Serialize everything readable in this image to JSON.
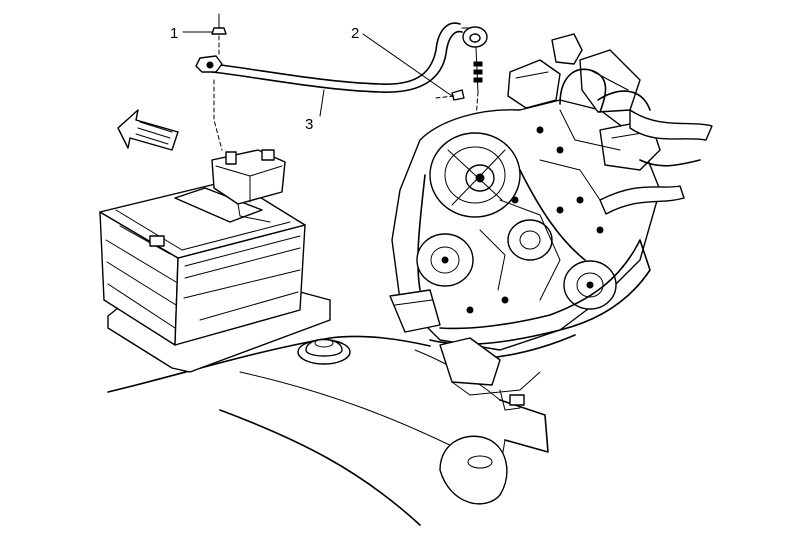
{
  "callouts": [
    {
      "id": "1",
      "label": "1"
    },
    {
      "id": "2",
      "label": "2"
    },
    {
      "id": "3",
      "label": "3"
    }
  ],
  "icons": [
    "forward-direction-arrow-icon"
  ],
  "colors": {
    "line": "#000000",
    "background": "#ffffff"
  }
}
